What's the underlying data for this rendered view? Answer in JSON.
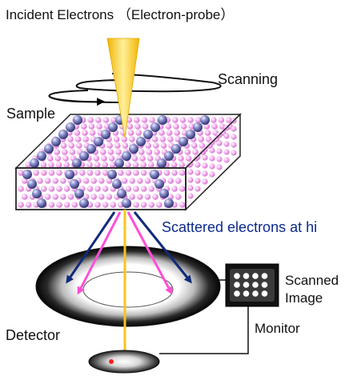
{
  "title": "Incident Electrons （Electron-probe）",
  "labels": {
    "scanning": "Scanning",
    "sample": "Sample",
    "scattered": "Scattered electrons at hi",
    "scanned_line1": "Scanned",
    "scanned_line2": "Image",
    "monitor": "Monitor",
    "detector": "Detector"
  },
  "colors": {
    "beam": "#f7d23a",
    "crystal_light_atom": "#f2a6e8",
    "crystal_heavy_atom": "#5a5fa8",
    "scatter_high_angle": "#102a7a",
    "scatter_low_angle": "#ff4fd8",
    "text_scattered": "#0d2a8a"
  }
}
